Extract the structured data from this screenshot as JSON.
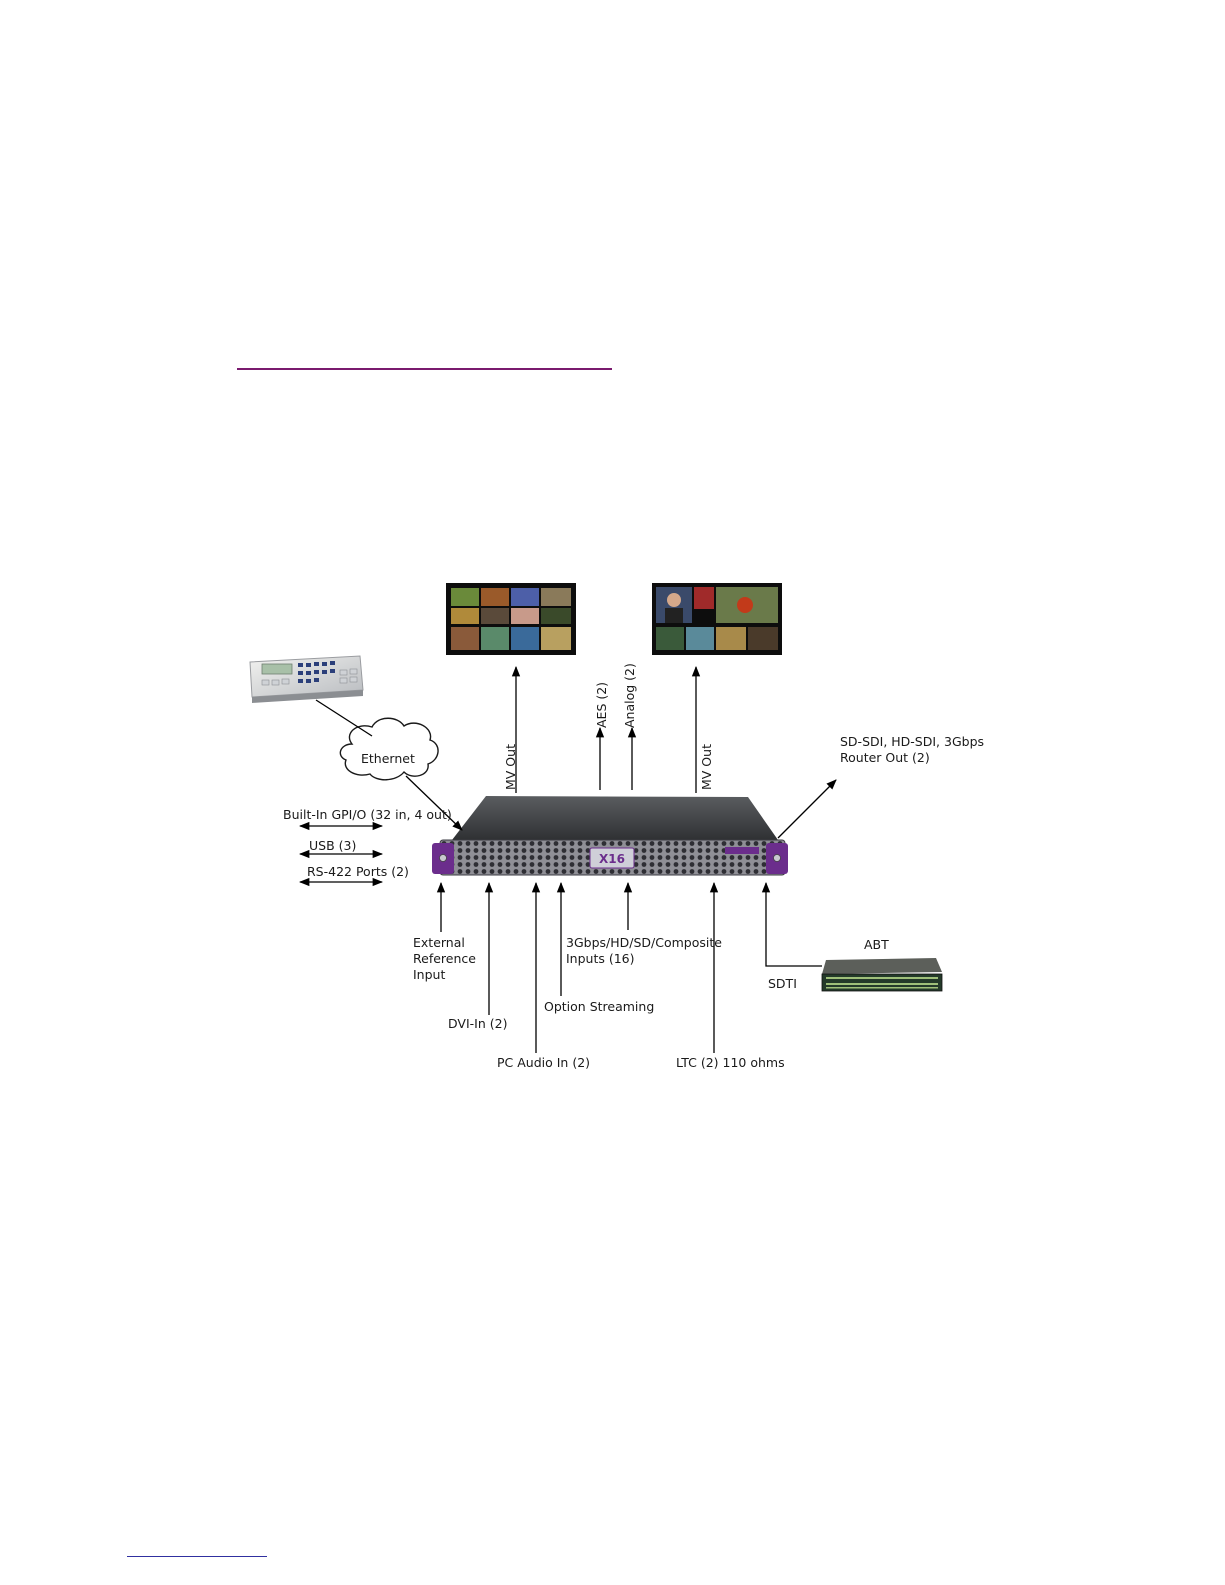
{
  "colors": {
    "header_rule": "#7a1a6e",
    "footer_rule": "#3030a0",
    "device_purple": "#6b2d8c",
    "arrow": "#000000"
  },
  "diagram": {
    "nodes": {
      "ethernet": "Ethernet",
      "abt": "ABT"
    },
    "labels": {
      "mv_out_left": "MV Out",
      "mv_out_right": "MV Out",
      "aes": "AES (2)",
      "analog": "Analog (2)",
      "router_out": [
        "SD-SDI, HD-SDI, 3Gbps",
        "Router Out (2)"
      ],
      "gpio": "Built-In GPI/O (32 in, 4 out)",
      "usb": "USB (3)",
      "rs422": "RS-422 Ports (2)",
      "ext_ref": [
        "External",
        "Reference",
        "Input"
      ],
      "dvi_in": "DVI-In (2)",
      "pc_audio": "PC Audio In (2)",
      "option_streaming": "Option Streaming",
      "inputs": [
        "3Gbps/HD/SD/Composite",
        "Inputs (16)"
      ],
      "ltc": "LTC (2) 110 ohms",
      "sdti": "SDTI"
    },
    "icons": [
      "control-panel-icon",
      "multiviewer-monitor-icon",
      "ethernet-cloud-icon",
      "kaleido-x16-chassis-icon",
      "abt-router-icon"
    ]
  }
}
